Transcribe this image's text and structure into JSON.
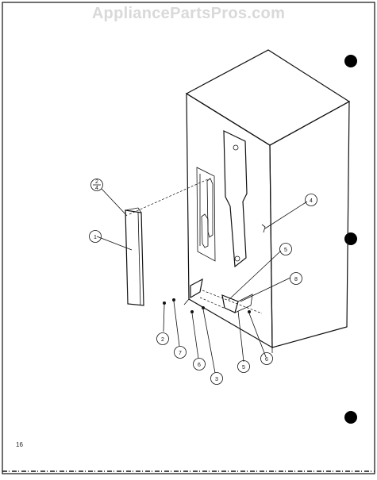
{
  "watermark": "AppliancePartsPros.com",
  "page_number": "16",
  "callouts": [
    "1",
    "2",
    "3",
    "4",
    "5",
    "6",
    "7",
    "8"
  ],
  "callout_fraction": {
    "numerator": "2",
    "denominator": "4"
  },
  "colors": {
    "ink": "#111111",
    "watermark": "#d9d9d9",
    "background": "#ffffff"
  }
}
